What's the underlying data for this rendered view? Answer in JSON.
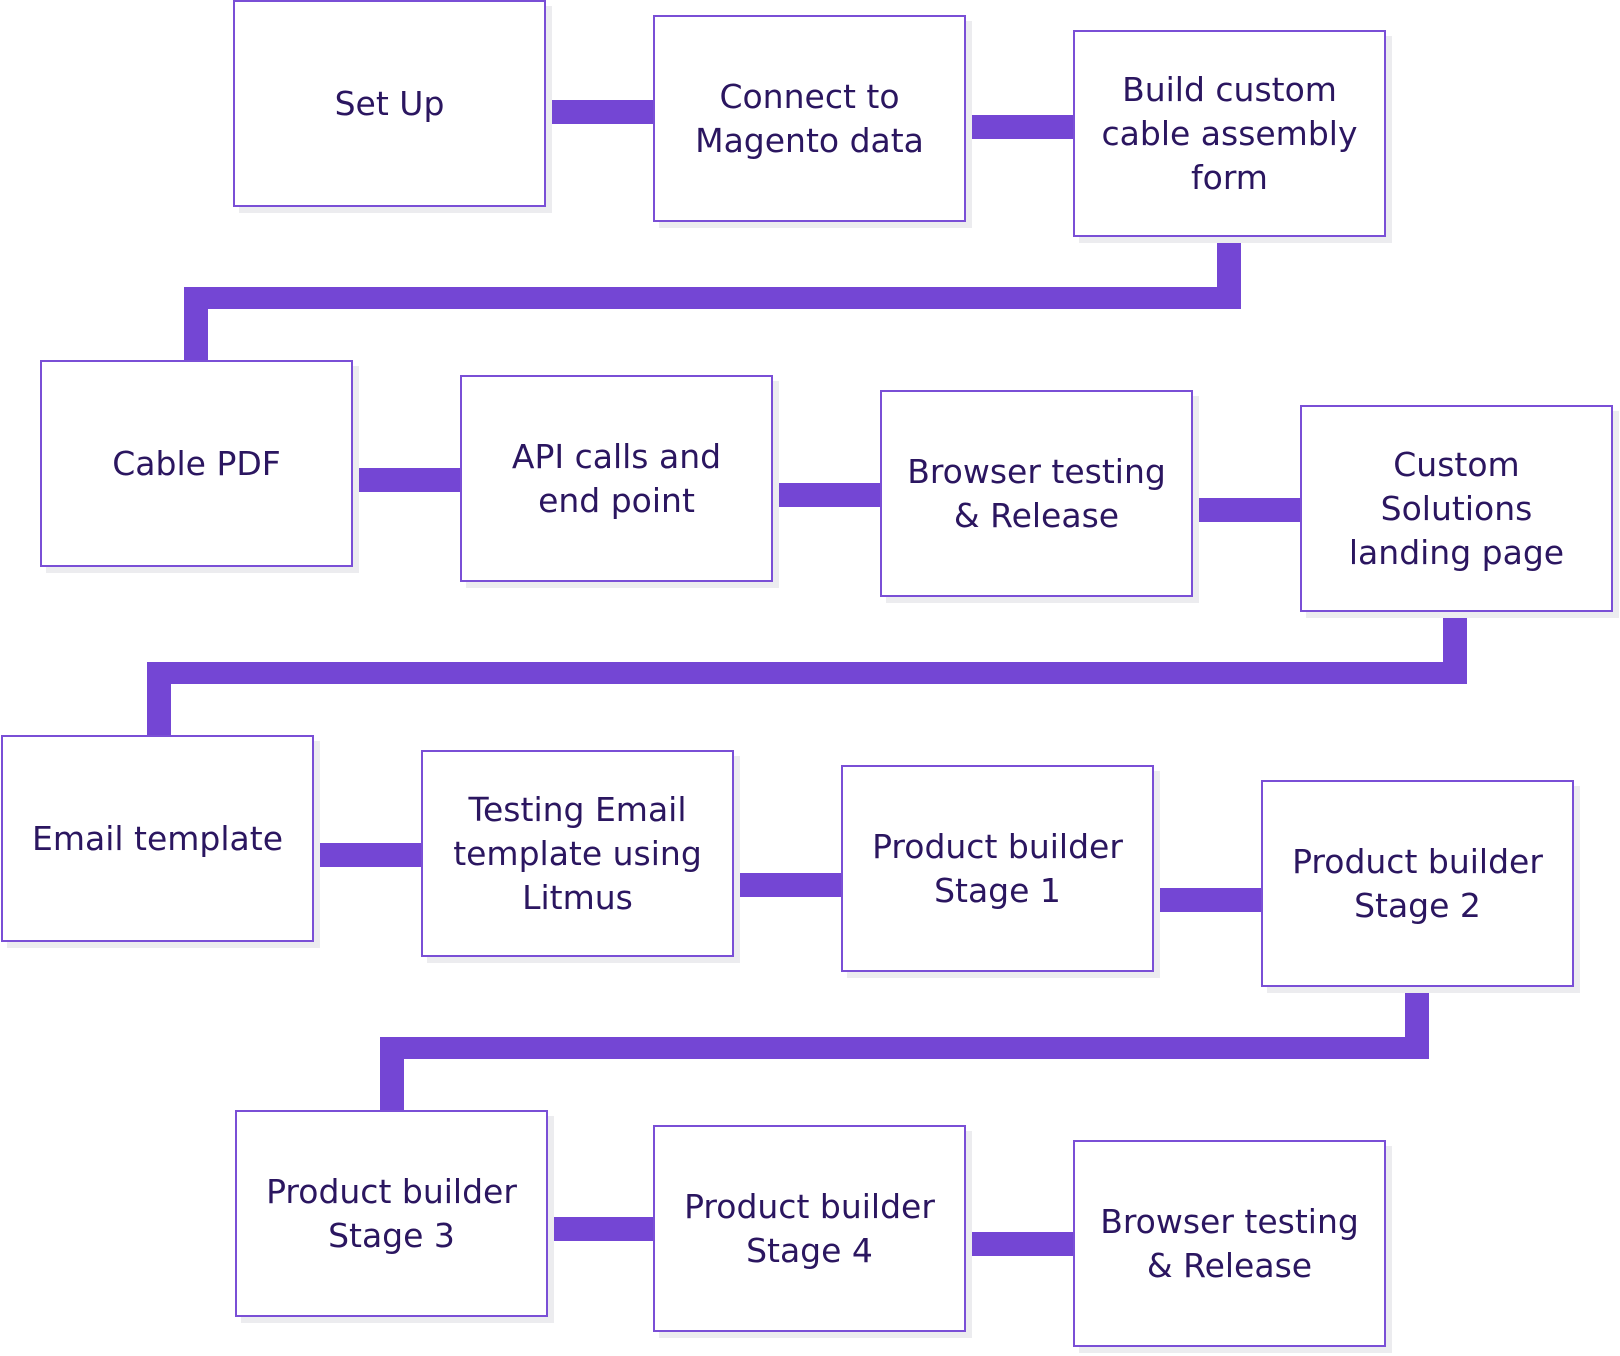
{
  "colors": {
    "connector": "#7446d4",
    "box_border": "#7a4fd6",
    "text": "#2b1660",
    "shadow": "#ececef",
    "background": "#ffffff"
  },
  "steps": [
    {
      "id": "set-up",
      "lines": [
        "Set Up"
      ]
    },
    {
      "id": "connect-magento",
      "lines": [
        "Connect to",
        "Magento data"
      ]
    },
    {
      "id": "build-form",
      "lines": [
        "Build custom",
        "cable assembly",
        "form"
      ]
    },
    {
      "id": "cable-pdf",
      "lines": [
        "Cable PDF"
      ]
    },
    {
      "id": "api-calls",
      "lines": [
        "API calls and",
        "end point"
      ]
    },
    {
      "id": "browser-testing-1",
      "lines": [
        "Browser testing",
        "& Release"
      ]
    },
    {
      "id": "landing-page",
      "lines": [
        "Custom",
        "Solutions",
        "landing page"
      ]
    },
    {
      "id": "email-template",
      "lines": [
        "Email template"
      ]
    },
    {
      "id": "testing-email",
      "lines": [
        "Testing Email",
        "template using",
        "Litmus"
      ]
    },
    {
      "id": "product-builder-1",
      "lines": [
        "Product builder",
        "Stage 1"
      ]
    },
    {
      "id": "product-builder-2",
      "lines": [
        "Product builder",
        "Stage 2"
      ]
    },
    {
      "id": "product-builder-3",
      "lines": [
        "Product builder",
        "Stage 3"
      ]
    },
    {
      "id": "product-builder-4",
      "lines": [
        "Product builder",
        "Stage 4"
      ]
    },
    {
      "id": "browser-testing-2",
      "lines": [
        "Browser testing",
        "& Release"
      ]
    }
  ]
}
